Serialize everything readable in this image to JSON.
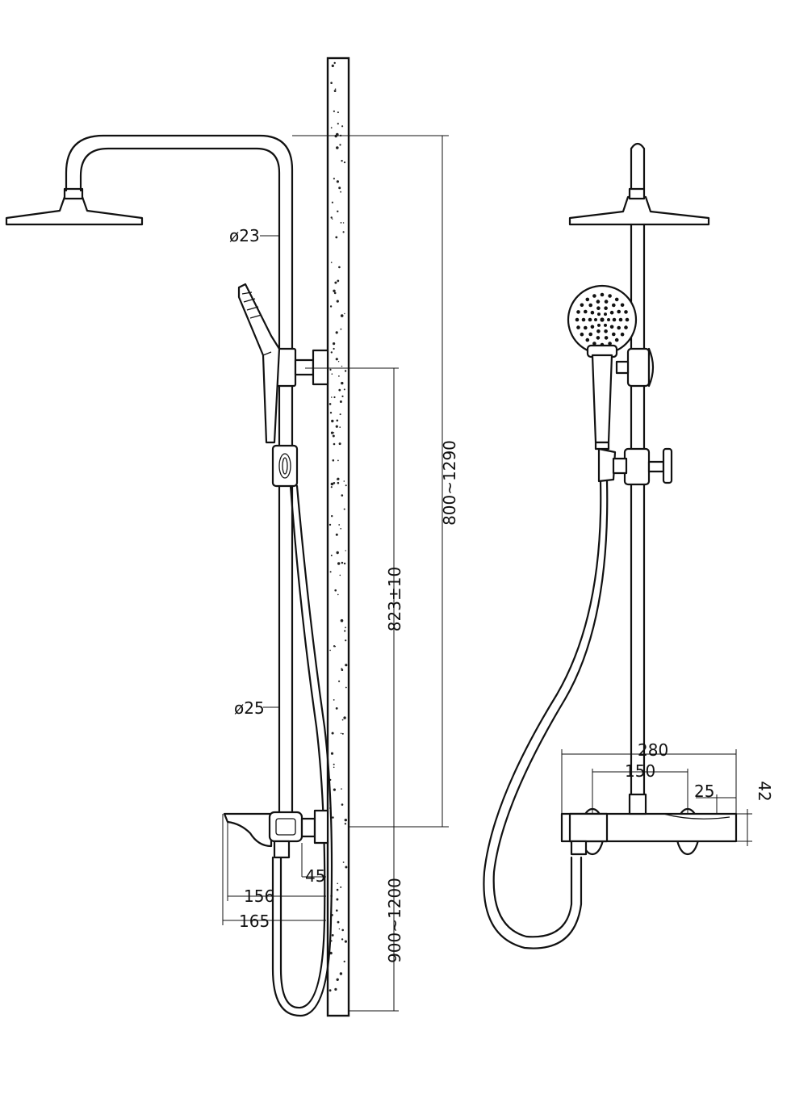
{
  "dimensions": {
    "arm_diameter": "ø23",
    "riser_diameter": "ø25",
    "outlet_height_range": "800~1290",
    "riser_connector_span": "823±10",
    "mixer_height_range": "900~1200",
    "spout_offset": "45",
    "spout_projection": "156",
    "total_projection": "165",
    "mixer_width": "280",
    "inlet_centers": "150",
    "handle_offset": "25",
    "mixer_depth": "42"
  }
}
